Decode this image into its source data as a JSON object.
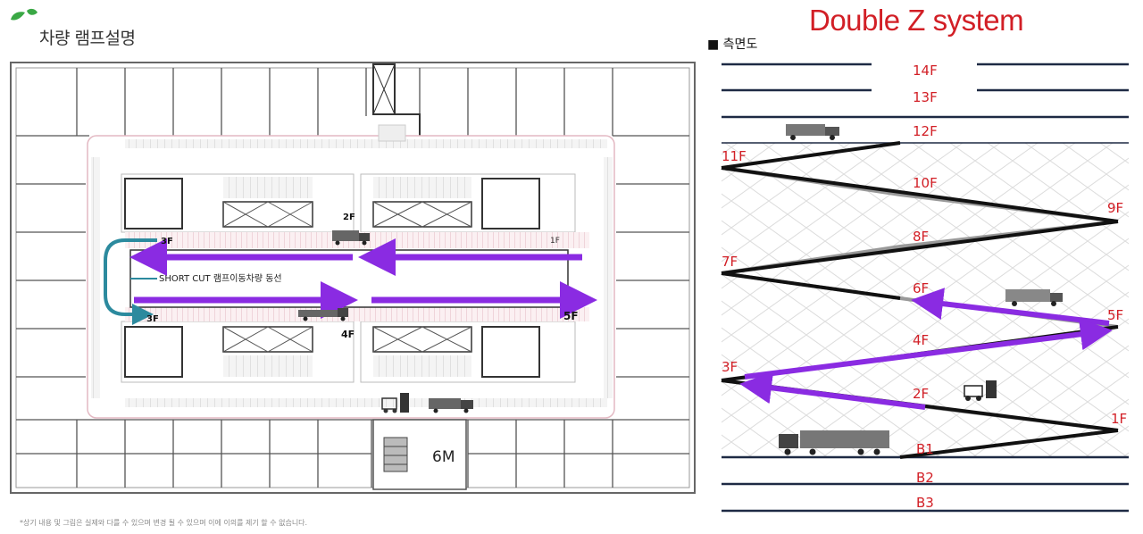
{
  "header": {
    "left_title": "차량 램프설명",
    "right_title": "Double Z system",
    "side_view_label": "■ 측면도"
  },
  "plan": {
    "shortcut_label": "SHORT CUT 램프이동차량 동선",
    "floor_labels": {
      "f3_top": "3F",
      "f2": "2F",
      "f1": "1F",
      "f3_bottom": "3F",
      "f4": "4F",
      "f5": "5F"
    },
    "elevator_label": "6M"
  },
  "footnote": "*상기 내용 및 그림은 실제와 다를 수 있으며 변경 될 수 있으며 이에 이의를 제기 할 수 없습니다.",
  "section": {
    "floors": {
      "f14": "14F",
      "f13": "13F",
      "f12": "12F",
      "f11": "11F",
      "f10": "10F",
      "f9": "9F",
      "f8": "8F",
      "f7": "7F",
      "f6": "6F",
      "f5": "5F",
      "f4": "4F",
      "f3": "3F",
      "f2": "2F",
      "f1": "1F",
      "b1": "B1",
      "b2": "B2",
      "b3": "B3"
    }
  },
  "colors": {
    "arrow": "#8a2be2",
    "shortcut": "#2c8a9e",
    "floor_label": "#d21f26",
    "title_red": "#d21f26",
    "leaf_green": "#3aa845"
  }
}
